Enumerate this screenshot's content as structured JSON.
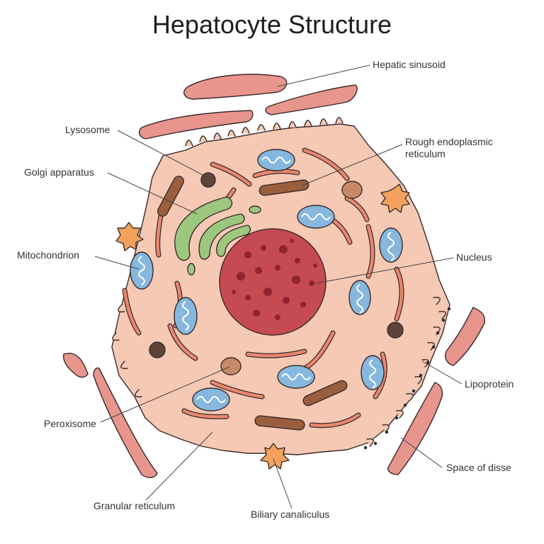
{
  "title": "Hepatocyte Structure",
  "labels": {
    "hepatic_sinusoid": "Hepatic sinusoid",
    "lysosome": "Lysosome",
    "rough_er": "Rough endoplasmic\nreticulum",
    "golgi": "Golgi apparatus",
    "mitochondrion": "Mitochondrion",
    "nucleus": "Nucleus",
    "lipoprotein": "Lipoprotein",
    "peroxisome": "Peroxisome",
    "space_of_disse": "Space of disse",
    "granular_reticulum": "Granular reticulum",
    "biliary_canaliculus": "Biliary canaliculus"
  },
  "colors": {
    "cytoplasm": "#f5c9b4",
    "nucleus": "#c54a52",
    "nucleolus": "#8f2430",
    "sinusoid": "#e8958e",
    "golgi": "#9cc77e",
    "mitochondria_fill": "#86b8df",
    "mitochondria_cristae": "#ffffff",
    "rough_er": "#9a5e3f",
    "reticulum": "#e8876e",
    "lysosome": "#5e4438",
    "peroxisome": "#c78a68",
    "canaliculus": "#f2a25c",
    "lipoprotein": "#2a2a2a"
  }
}
